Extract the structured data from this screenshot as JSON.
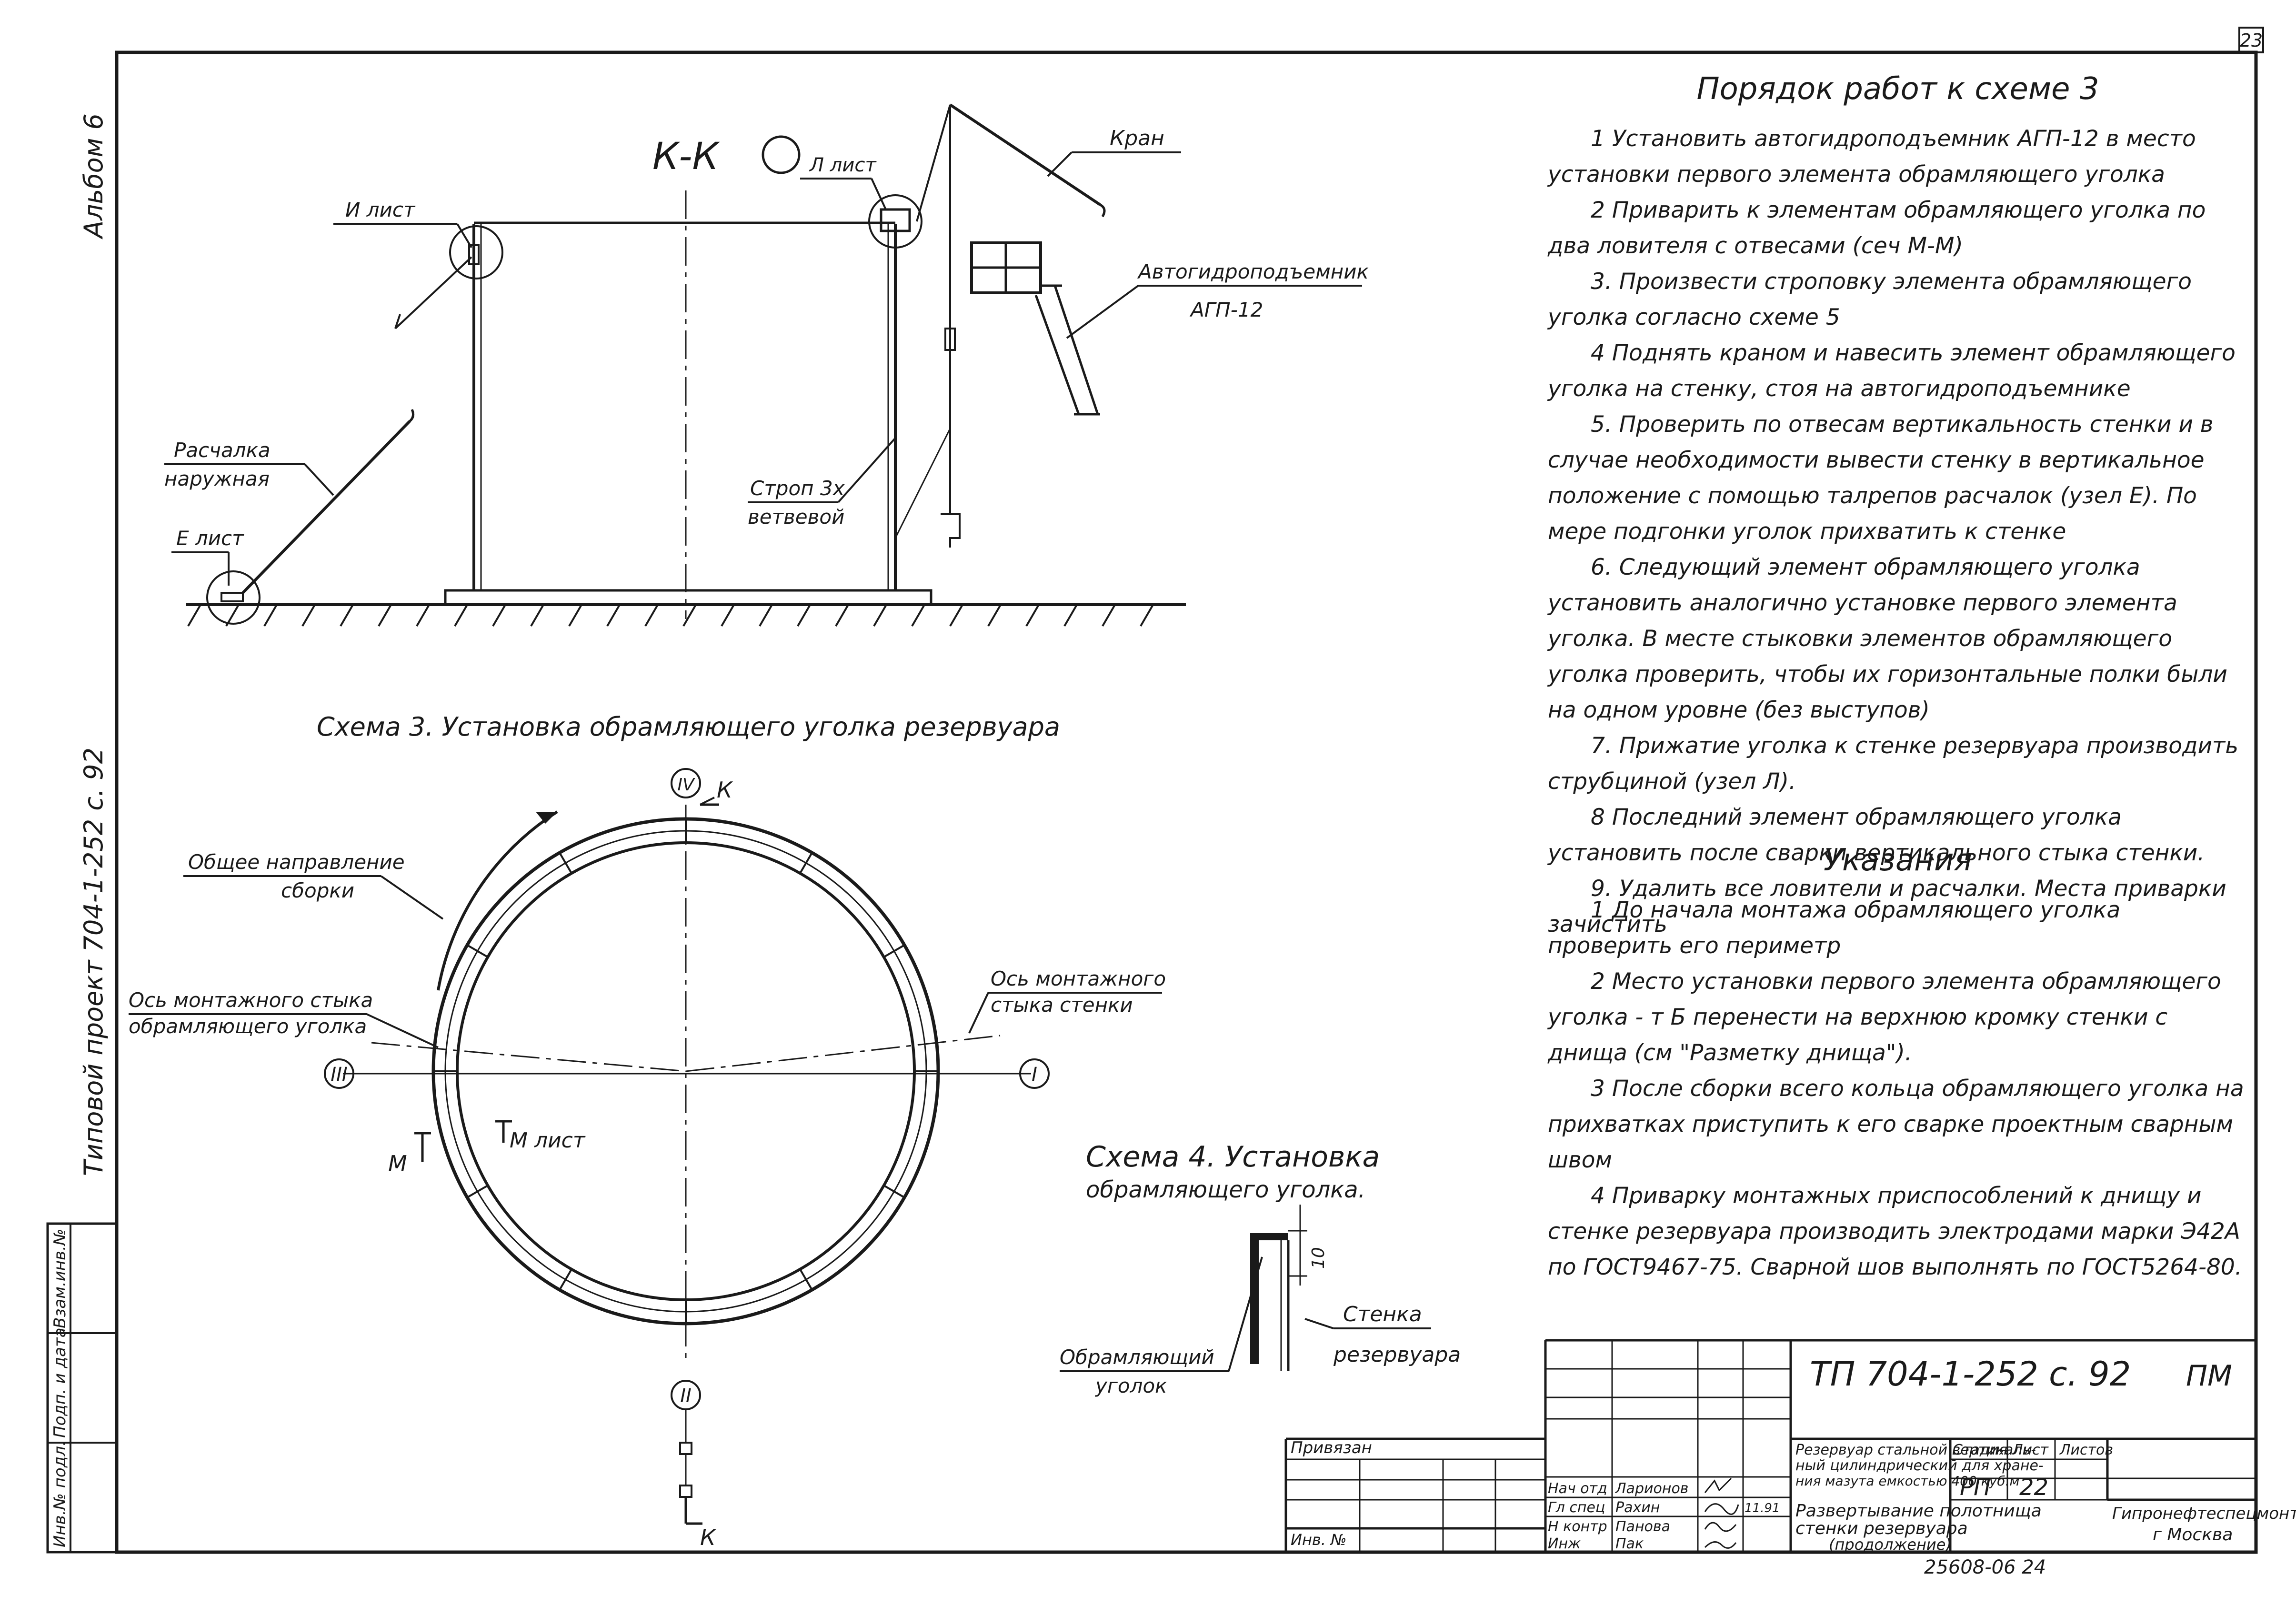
{
  "sheet": {
    "page_number": "23",
    "album": "Альбом 6",
    "project": "Типовой проект 704-1-252 с. 92",
    "stamp_labels": [
      "Инв.№ подл.",
      "Подп. и дата",
      "Взам.инв.№"
    ]
  },
  "section_kk": {
    "title": "К-К",
    "labels": {
      "i_list": "И лист",
      "l_list": "Л лист",
      "crane": "Кран",
      "lift_line1": "Автогидроподъемник",
      "lift_line2": "АГП-12",
      "guy_line1": "Расчалка",
      "guy_line2": "наружная",
      "e_list": "Е лист",
      "sling_line1": "Строп 3х",
      "sling_line2": "ветвевой"
    }
  },
  "scheme3": {
    "title": "Схема 3. Установка обрамляющего уголка резервуара",
    "labels": {
      "direction_line1": "Общее направление",
      "direction_line2": "сборки",
      "axis_angle_line1": "Ось монтажного стыка",
      "axis_angle_line2": "обрамляющего уголка",
      "axis_wall_line1": "Ось монтажного",
      "axis_wall_line2": "стыка стенки",
      "pos_I": "I",
      "pos_II": "II",
      "pos_III": "III",
      "pos_IV": "IV",
      "k_top": "К",
      "k_bottom": "К",
      "m_left": "М",
      "m_list": "М лист"
    }
  },
  "scheme4": {
    "title_line1": "Схема 4. Установка",
    "title_line2": "обрамляющего уголка.",
    "dim": "10",
    "wall_line1": "Стенка",
    "wall_line2": "резервуара",
    "angle_line1": "Обрамляющий",
    "angle_line2": "уголок"
  },
  "procedure": {
    "heading": "Порядок работ к схеме 3",
    "items": [
      "1 Установить автогидроподъемник АГП-12 в место установки первого элемента обрамляющего уголка",
      "2 Приварить к элементам обрамляющего уголка по два ловителя с отвесами (сеч М-М)",
      "3. Произвести строповку элемента обрамляющего уголка согласно схеме 5",
      "4 Поднять краном и навесить элемент обрамляющего уголка на стенку, стоя на автогидроподъемнике",
      "5. Проверить по отвесам вертикальность стенки и в случае необходимости вывести стенку в вертикальное положение с помощью талрепов расчалок (узел Е). По мере подгонки уголок прихватить к стенке",
      "6. Следующий элемент обрамляющего уголка установить аналогично установке первого элемента уголка. В месте стыковки элементов обрамляющего уголка проверить, чтобы их горизонтальные полки были на одном уровне (без выступов)",
      "7. Прижатие уголка к стенке резервуара производить струбциной (узел Л).",
      "8 Последний элемент обрамляющего уголка установить после сварки вертикального стыка стенки.",
      "9. Удалить все ловители и расчалки. Места приварки зачистить"
    ]
  },
  "notes": {
    "heading": "Указания",
    "items": [
      "1 До начала монтажа обрамляющего уголка проверить его периметр",
      "2 Место установки первого элемента обрамляющего уголка - т Б перенести на верхнюю кромку стенки с днища (см \"Разметку днища\").",
      "3 После сборки всего кольца обрамляющего уголка на прихватках приступить к его сварке проектным сварным швом",
      "4 Приварку монтажных приспособлений к днищу и стенке резервуара производить электродами марки Э42А по ГОСТ9467-75. Сварной шов выполнять по ГОСТ5264-80."
    ]
  },
  "title_block": {
    "doc_code": "ТП 704-1-252 с. 92",
    "format": "ПМ",
    "linked": "Привязан",
    "inv": "Инв. №",
    "desc_line1": "Резервуар стальной вертикаль-",
    "desc_line2": "ный цилиндрический для хране-",
    "desc_line3": "ния мазута емкостью 400 куб.м",
    "sheet_title_line1": "Развертывание полотнища",
    "sheet_title_line2": "стенки резервуара",
    "sheet_title_line3": "(продолжение)",
    "stage_label": "Стадия",
    "sheet_label": "Лист",
    "sheets_label": "Листов",
    "stage": "РП",
    "sheet_no": "22",
    "org_line1": "Гипронефтеспецмонтаж",
    "org_line2": "г Москва",
    "roles": [
      "Нач отд",
      "Гл спец",
      "Н контр",
      "Инж"
    ],
    "names": [
      "Ларионов",
      "Рахин",
      "Панова",
      "Пак"
    ],
    "date": "11.91",
    "archive_no": "25608-06  24"
  }
}
